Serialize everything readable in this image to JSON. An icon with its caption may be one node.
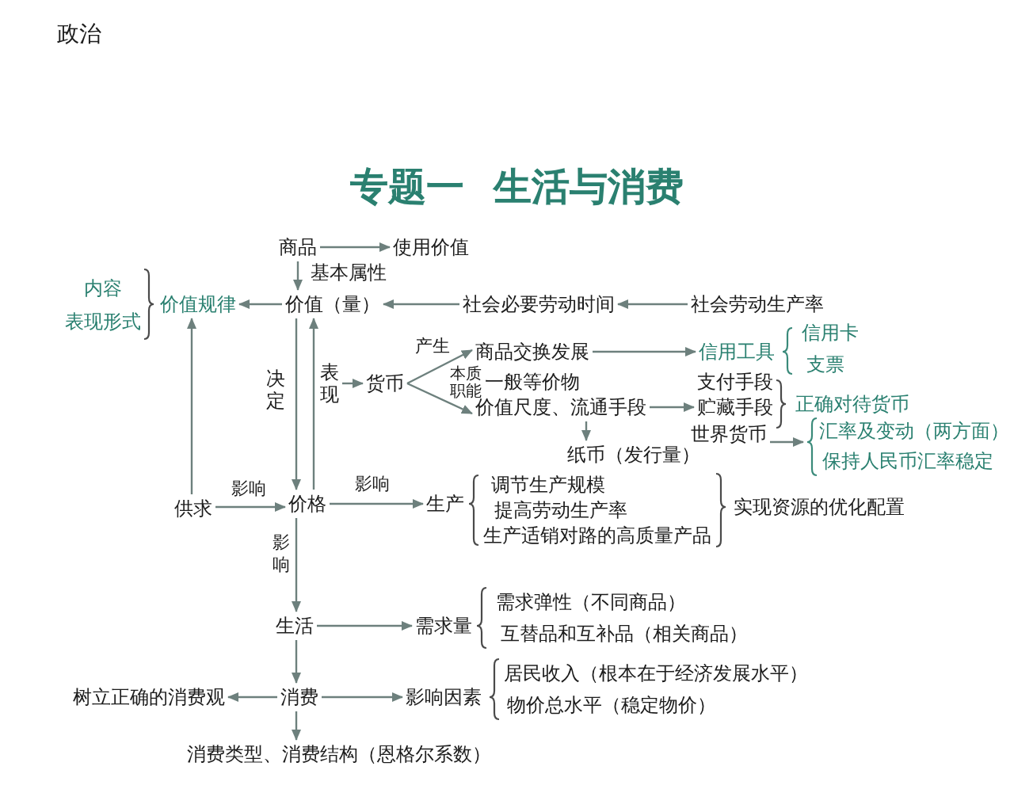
{
  "diagram": {
    "title": "专题一 生活与消费",
    "nodes": [
      {
        "text": [
          "商品"
        ]
      },
      {
        "text": [
          "使用价值"
        ]
      },
      {
        "text": [
          "价值规律"
        ]
      },
      {
        "text": [
          "价值（量）"
        ]
      },
      {
        "text": [
          "社会必要劳动时间"
        ]
      },
      {
        "text": [
          "社会劳动生产率"
        ]
      },
      {
        "text": [
          "商品交换发展"
        ]
      },
      {
        "text": [
          "信用工具"
        ]
      },
      {
        "text": [
          "表现"
        ]
      },
      {
        "text": [
          "货币"
        ]
      },
      {
        "text": [
          "价值尺度、流通手段"
        ]
      },
      {
        "text": [
          "贮藏手段"
        ]
      },
      {
        "text": [
          "世界货币"
        ]
      },
      {
        "text": [
          "汇率及变动（两方面）",
          "保持人民币汇率稳定"
        ]
      },
      {
        "text": [
          "纸币（发行量）"
        ]
      },
      {
        "text": [
          "供求"
        ]
      },
      {
        "text": [
          "价格"
        ]
      },
      {
        "text": [
          "生产"
        ]
      },
      {
        "text": [
          "生活"
        ]
      },
      {
        "text": [
          "需求量"
        ]
      },
      {
        "text": [
          "树立正确的消费观"
        ]
      },
      {
        "text": [
          "消费"
        ]
      },
      {
        "text": [
          "影响因素"
        ]
      },
      {
        "text": [
          "消费类型、消费结构（恩格尔系数）"
        ]
      }
    ],
    "edges": [
      {
        "from": 0,
        "to": 1,
        "arrow": "to"
      },
      {
        "from": 0,
        "to": 3,
        "arrow": "to",
        "label": "基本属性"
      },
      {
        "from": 3,
        "to": 2,
        "arrow": "to"
      },
      {
        "from": 4,
        "to": 3,
        "arrow": "to"
      },
      {
        "from": 5,
        "to": 4,
        "arrow": "to"
      },
      {
        "from": 3,
        "to": 16,
        "arrow": "to",
        "label": "决定"
      },
      {
        "from": 16,
        "to": 3,
        "arrow": "to"
      },
      {
        "from": 8,
        "to": 9,
        "arrow": "to"
      },
      {
        "from": 9,
        "to": 6,
        "arrow": "to",
        "label": "产生"
      },
      {
        "from": 9,
        "to": 10,
        "arrow": "to",
        "label": "职能"
      },
      {
        "from": 6,
        "to": 7,
        "arrow": "to"
      },
      {
        "from": 10,
        "to": 11,
        "arrow": "to"
      },
      {
        "from": 10,
        "to": 14,
        "arrow": "to"
      },
      {
        "from": 12,
        "to": 13,
        "arrow": "to"
      },
      {
        "from": 15,
        "to": 16,
        "arrow": "to",
        "label": "影响"
      },
      {
        "from": 15,
        "to": 2,
        "arrow": "to"
      },
      {
        "from": 16,
        "to": 17,
        "arrow": "to",
        "label": "影响"
      },
      {
        "from": 16,
        "to": 18,
        "arrow": "to",
        "label": "影响"
      },
      {
        "from": 18,
        "to": 19,
        "arrow": "to"
      },
      {
        "from": 18,
        "to": 21,
        "arrow": "to"
      },
      {
        "from": 21,
        "to": 20,
        "arrow": "to"
      },
      {
        "from": 21,
        "to": 22,
        "arrow": "to"
      },
      {
        "from": 21,
        "to": 23,
        "arrow": "to"
      }
    ],
    "labels": [
      "政治",
      "内容",
      "表现形式",
      "信用卡",
      "支票",
      "本质",
      "一般等价物",
      "支付手段",
      "正确对待货币",
      "调节生产规模",
      "提高劳动生产率",
      "生产适销对路的高质量产品",
      "实现资源的优化配置",
      "需求弹性（不同商品）",
      "互替品和互补品（相关商品）",
      "居民收入（根本在于经济发展水平）",
      "物价总水平（稳定物价）"
    ]
  }
}
